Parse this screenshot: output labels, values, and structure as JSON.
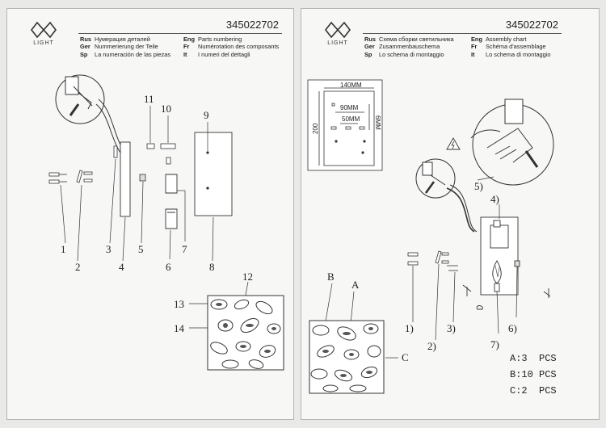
{
  "header": {
    "brand": "LIGHT",
    "code": "345022702"
  },
  "left": {
    "langs_left": [
      {
        "code": "Rus",
        "text": "Нумерация деталей"
      },
      {
        "code": "Ger",
        "text": "Nummerierung der Teile"
      },
      {
        "code": "Sp",
        "text": "La numeración de las piezas"
      }
    ],
    "langs_right": [
      {
        "code": "Eng",
        "text": "Parts numbering"
      },
      {
        "code": "Fr",
        "text": "Numérotation des composants"
      },
      {
        "code": "It",
        "text": "I numeri del dettagli"
      }
    ],
    "part_numbers": [
      "1",
      "2",
      "3",
      "4",
      "5",
      "6",
      "7",
      "8",
      "9",
      "10",
      "11",
      "12",
      "13",
      "14"
    ]
  },
  "right": {
    "langs_left": [
      {
        "code": "Rus",
        "text": "Схема сборки светильника"
      },
      {
        "code": "Ger",
        "text": "Zusammenbauschema"
      },
      {
        "code": "Sp",
        "text": "Lo schema di montaggio"
      }
    ],
    "langs_right": [
      {
        "code": "Eng",
        "text": "Assembly chart"
      },
      {
        "code": "Fr",
        "text": "Schéma d'assemblage"
      },
      {
        "code": "It",
        "text": "Lo schema di montaggio"
      }
    ],
    "dims": {
      "w1": "140MM",
      "w2": "90MM",
      "w3": "50MM",
      "h": "200",
      "d": "6MM"
    },
    "steps": [
      "1)",
      "2)",
      "3)",
      "4)",
      "5)",
      "6)",
      "7)"
    ],
    "letters": [
      "A",
      "B",
      "C"
    ],
    "quantities": [
      "A:3  PCS",
      "B:10 PCS",
      "C:2  PCS"
    ]
  }
}
